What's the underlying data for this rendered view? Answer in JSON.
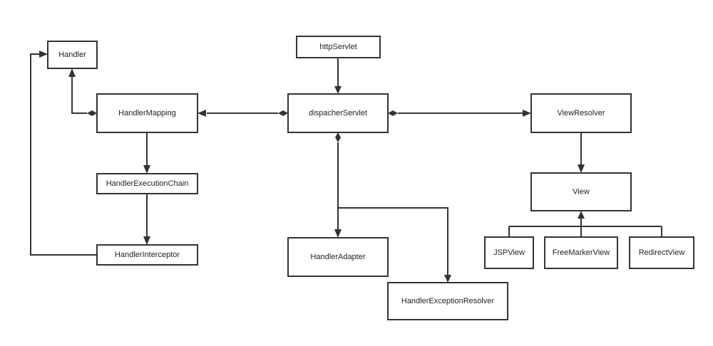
{
  "nodes": {
    "http_servlet": "httpServlet",
    "dispatcher_servlet": "dispacherServlet",
    "handler": "Handler",
    "handler_mapping": "HandlerMapping",
    "handler_execution_chain": "HandlerExecutionChain",
    "handler_interceptor": "HandlerInterceptor",
    "handler_adapter": "HandlerAdapter",
    "handler_exception_resolver": "HandlerExceptionResolver",
    "view_resolver": "ViewResolver",
    "view": "View",
    "jsp_view": "JSPView",
    "freemarker_view": "FreeMarkerView",
    "redirect_view": "RedirectView"
  },
  "colors": {
    "stroke": "#333333",
    "fill": "#ffffff",
    "text": "#222222"
  }
}
